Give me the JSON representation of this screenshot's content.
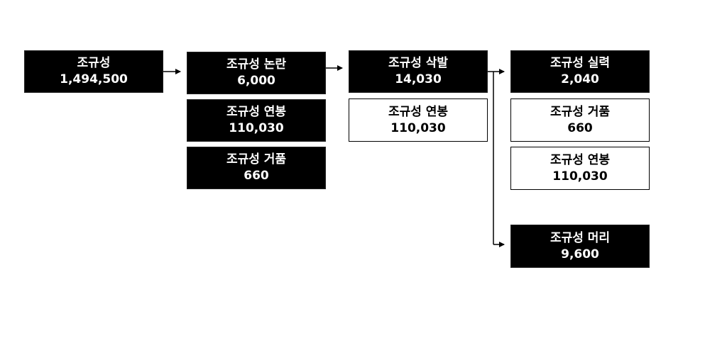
{
  "nodes": {
    "root": {
      "title": "조규성",
      "value": "1,494,500"
    },
    "l1_a": {
      "title": "조규성 논란",
      "value": "6,000"
    },
    "l1_b": {
      "title": "조규성 연봉",
      "value": "110,030"
    },
    "l1_c": {
      "title": "조규성 거품",
      "value": "660"
    },
    "l2_a": {
      "title": "조규성 삭발",
      "value": "14,030"
    },
    "l2_b": {
      "title": "조규성 연봉",
      "value": "110,030"
    },
    "l3_a": {
      "title": "조규성 실력",
      "value": "2,040"
    },
    "l3_b": {
      "title": "조규성 거품",
      "value": "660"
    },
    "l3_c": {
      "title": "조규성 연봉",
      "value": "110,030"
    },
    "l3_d": {
      "title": "조규성 머리",
      "value": "9,600"
    }
  }
}
